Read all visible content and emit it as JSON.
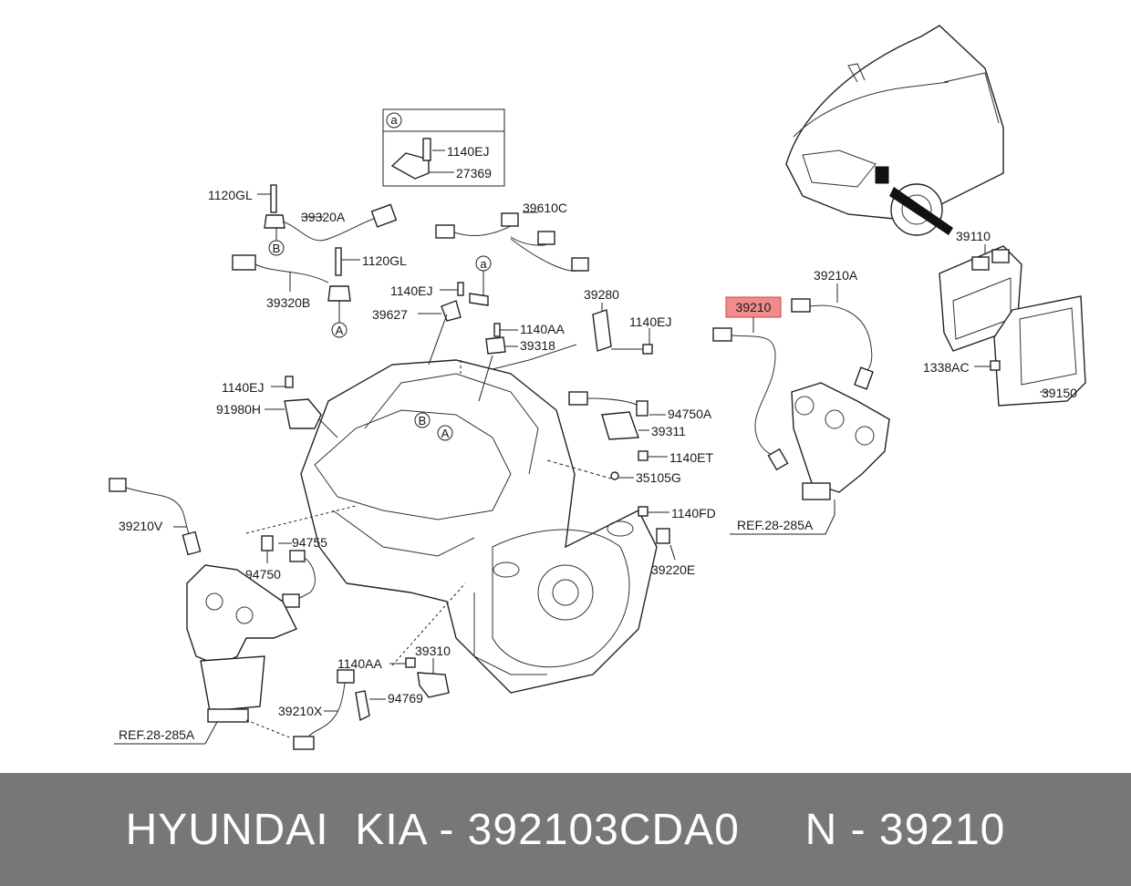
{
  "callouts": {
    "box_a": "a",
    "box_1140EJ": "1140EJ",
    "box_27369": "27369",
    "p1120GL_1": "1120GL",
    "p39320A": "39320A",
    "p39320B": "39320B",
    "p1120GL_2": "1120GL",
    "p39610C": "39610C",
    "p1140EJ_1": "1140EJ",
    "p39627": "39627",
    "p1140AA_1": "1140AA",
    "p39318": "39318",
    "p39280": "39280",
    "p1140EJ_2": "1140EJ",
    "p39210": "39210",
    "p39210A": "39210A",
    "p39110": "39110",
    "p1338AC": "1338AC",
    "p39150": "39150",
    "p1140EJ_3": "1140EJ",
    "p91980H": "91980H",
    "p94750A": "94750A",
    "p39311": "39311",
    "p1140ET": "1140ET",
    "p35105G": "35105G",
    "p1140FD": "1140FD",
    "p39220E": "39220E",
    "pREF_right": "REF.28-285A",
    "p39210V": "39210V",
    "p94755": "94755",
    "p94750": "94750",
    "p1140AA_2": "1140AA",
    "p39310": "39310",
    "p94769": "94769",
    "p39210X": "39210X",
    "pREF_left": "REF.28-285A",
    "circle_A": "A",
    "circle_B": "B",
    "circle_a": "a"
  },
  "highlight_color": "#f08c8c",
  "footer": {
    "text": "HYUNDAI  KIA - 392103CDA0     N - 39210"
  }
}
